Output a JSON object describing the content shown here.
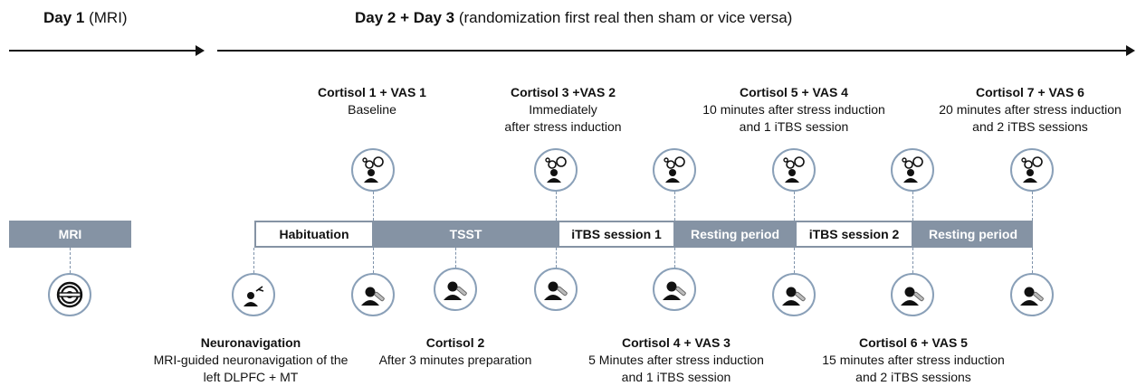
{
  "header": {
    "day1_bold": "Day 1",
    "day1_rest": " (MRI)",
    "day23_bold": "Day 2 + Day 3",
    "day23_rest": " (randomization first real then sham or vice versa)"
  },
  "bars": {
    "mri": "MRI",
    "habituation": "Habituation",
    "tsst": "TSST",
    "itbs1": "iTBS session 1",
    "resting1": "Resting period",
    "itbs2": "iTBS session 2",
    "resting2": "Resting period"
  },
  "top_labels": {
    "c1": {
      "title": "Cortisol 1 + VAS 1",
      "line1": "Baseline"
    },
    "c3": {
      "title": "Cortisol 3 +VAS 2",
      "line1": "Immediately",
      "line2": "after stress induction"
    },
    "c5": {
      "title": "Cortisol 5 + VAS 4",
      "line1": "10 minutes after stress induction",
      "line2": "and 1 iTBS session"
    },
    "c7": {
      "title": "Cortisol 7 + VAS 6",
      "line1": "20 minutes after stress induction",
      "line2": "and 2 iTBS sessions"
    }
  },
  "bottom_labels": {
    "neuro": {
      "title": "Neuronavigation",
      "line1": "MRI-guided neuronavigation of the",
      "line2": "left DLPFC + MT"
    },
    "c2": {
      "title": "Cortisol 2",
      "line1": "After 3 minutes preparation"
    },
    "c4": {
      "title": "Cortisol 4 + VAS 3",
      "line1": "5 Minutes after stress induction",
      "line2": "and 1 iTBS session"
    },
    "c6": {
      "title": "Cortisol 6 + VAS 5",
      "line1": "15 minutes after stress induction",
      "line2": "and 2 iTBS sessions"
    }
  },
  "icons": {
    "thought": "person-thought-bubble-icon",
    "saliva": "person-saliva-swab-icon",
    "mri": "mri-scanner-icon",
    "neuronavigation": "neuronavigation-icon"
  },
  "colors": {
    "bar_fill": "#8593a4",
    "circle_stroke": "#8aa0b8",
    "dash": "#7f93ab"
  }
}
